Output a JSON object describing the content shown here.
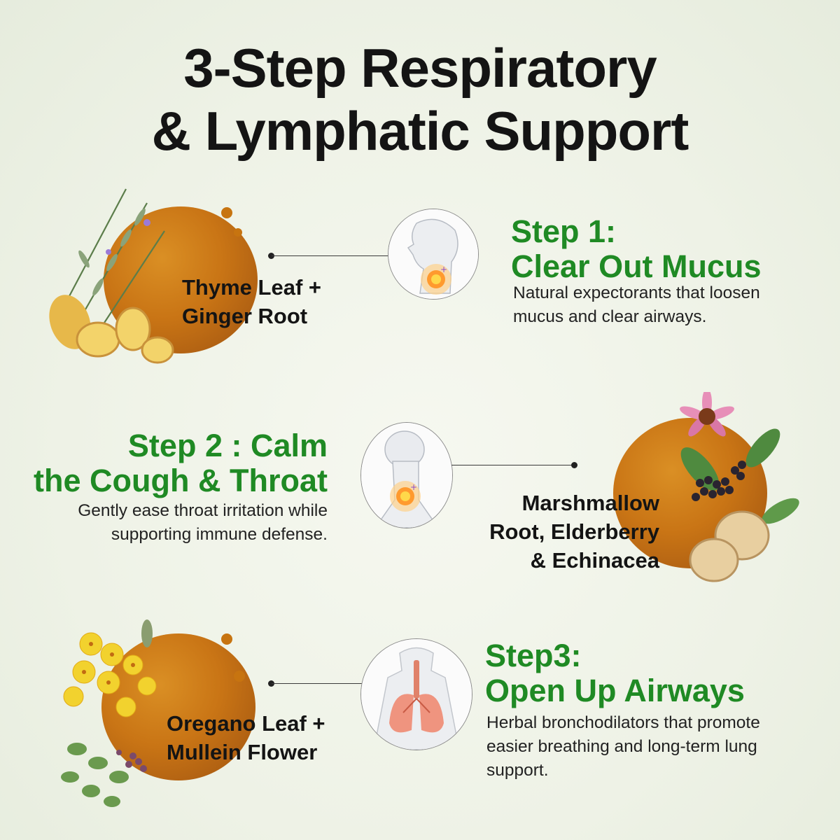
{
  "title": {
    "line1": "3-Step Respiratory",
    "line2": "& Lymphatic Support"
  },
  "steps": [
    {
      "title_line1": "Step 1:",
      "title_line2": "Clear Out Mucus",
      "desc_line1": "Natural expectorants that loosen",
      "desc_line2": "mucus and clear airways.",
      "ingredient_line1": "Thyme Leaf +",
      "ingredient_line2": "Ginger Root",
      "icon": "throat-profile-icon"
    },
    {
      "title_line1": "Step 2 : Calm",
      "title_line2": "the Cough & Throat",
      "desc_line1": "Gently ease throat irritation while",
      "desc_line2": "supporting immune defense.",
      "ingredient_line1": "Marshmallow",
      "ingredient_line2": "Root, Elderberry",
      "ingredient_line3": "& Echinacea",
      "icon": "throat-front-icon"
    },
    {
      "title_line1": "Step3:",
      "title_line2": "Open Up Airways",
      "desc_line1": "Herbal bronchodilators that promote",
      "desc_line2": "easier breathing and long-term lung",
      "desc_line3": "support.",
      "ingredient_line1": "Oregano Leaf +",
      "ingredient_line2": "Mullein Flower",
      "icon": "lungs-icon"
    }
  ],
  "colors": {
    "accent_green": "#1f8a24",
    "syrup_amber": "#c76e0a",
    "text_dark": "#141414"
  }
}
